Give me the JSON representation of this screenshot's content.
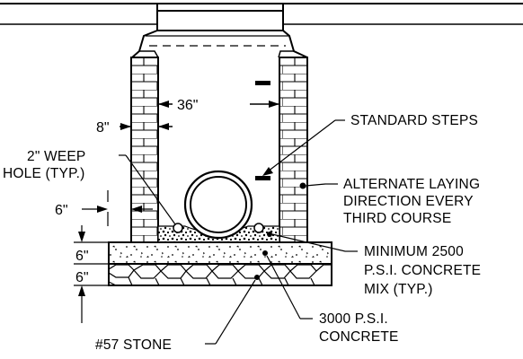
{
  "dimensions": {
    "interior_width": "36\"",
    "wall_thickness": "8\"",
    "weep_height": "6\"",
    "layer_top": "6\"",
    "layer_bottom": "6\""
  },
  "callouts": {
    "weep_hole": [
      "2\" WEEP",
      "HOLE (TYP.)"
    ],
    "steps": "STANDARD STEPS",
    "laying": [
      "ALTERNATE LAYING",
      "DIRECTION EVERY",
      "THIRD COURSE"
    ],
    "concrete_mix": [
      "MINIMUM 2500",
      "P.S.I. CONCRETE",
      "MIX (TYP.)"
    ],
    "base_concrete": [
      "3000 P.S.I.",
      "CONCRETE"
    ],
    "stone": "#57 STONE"
  }
}
